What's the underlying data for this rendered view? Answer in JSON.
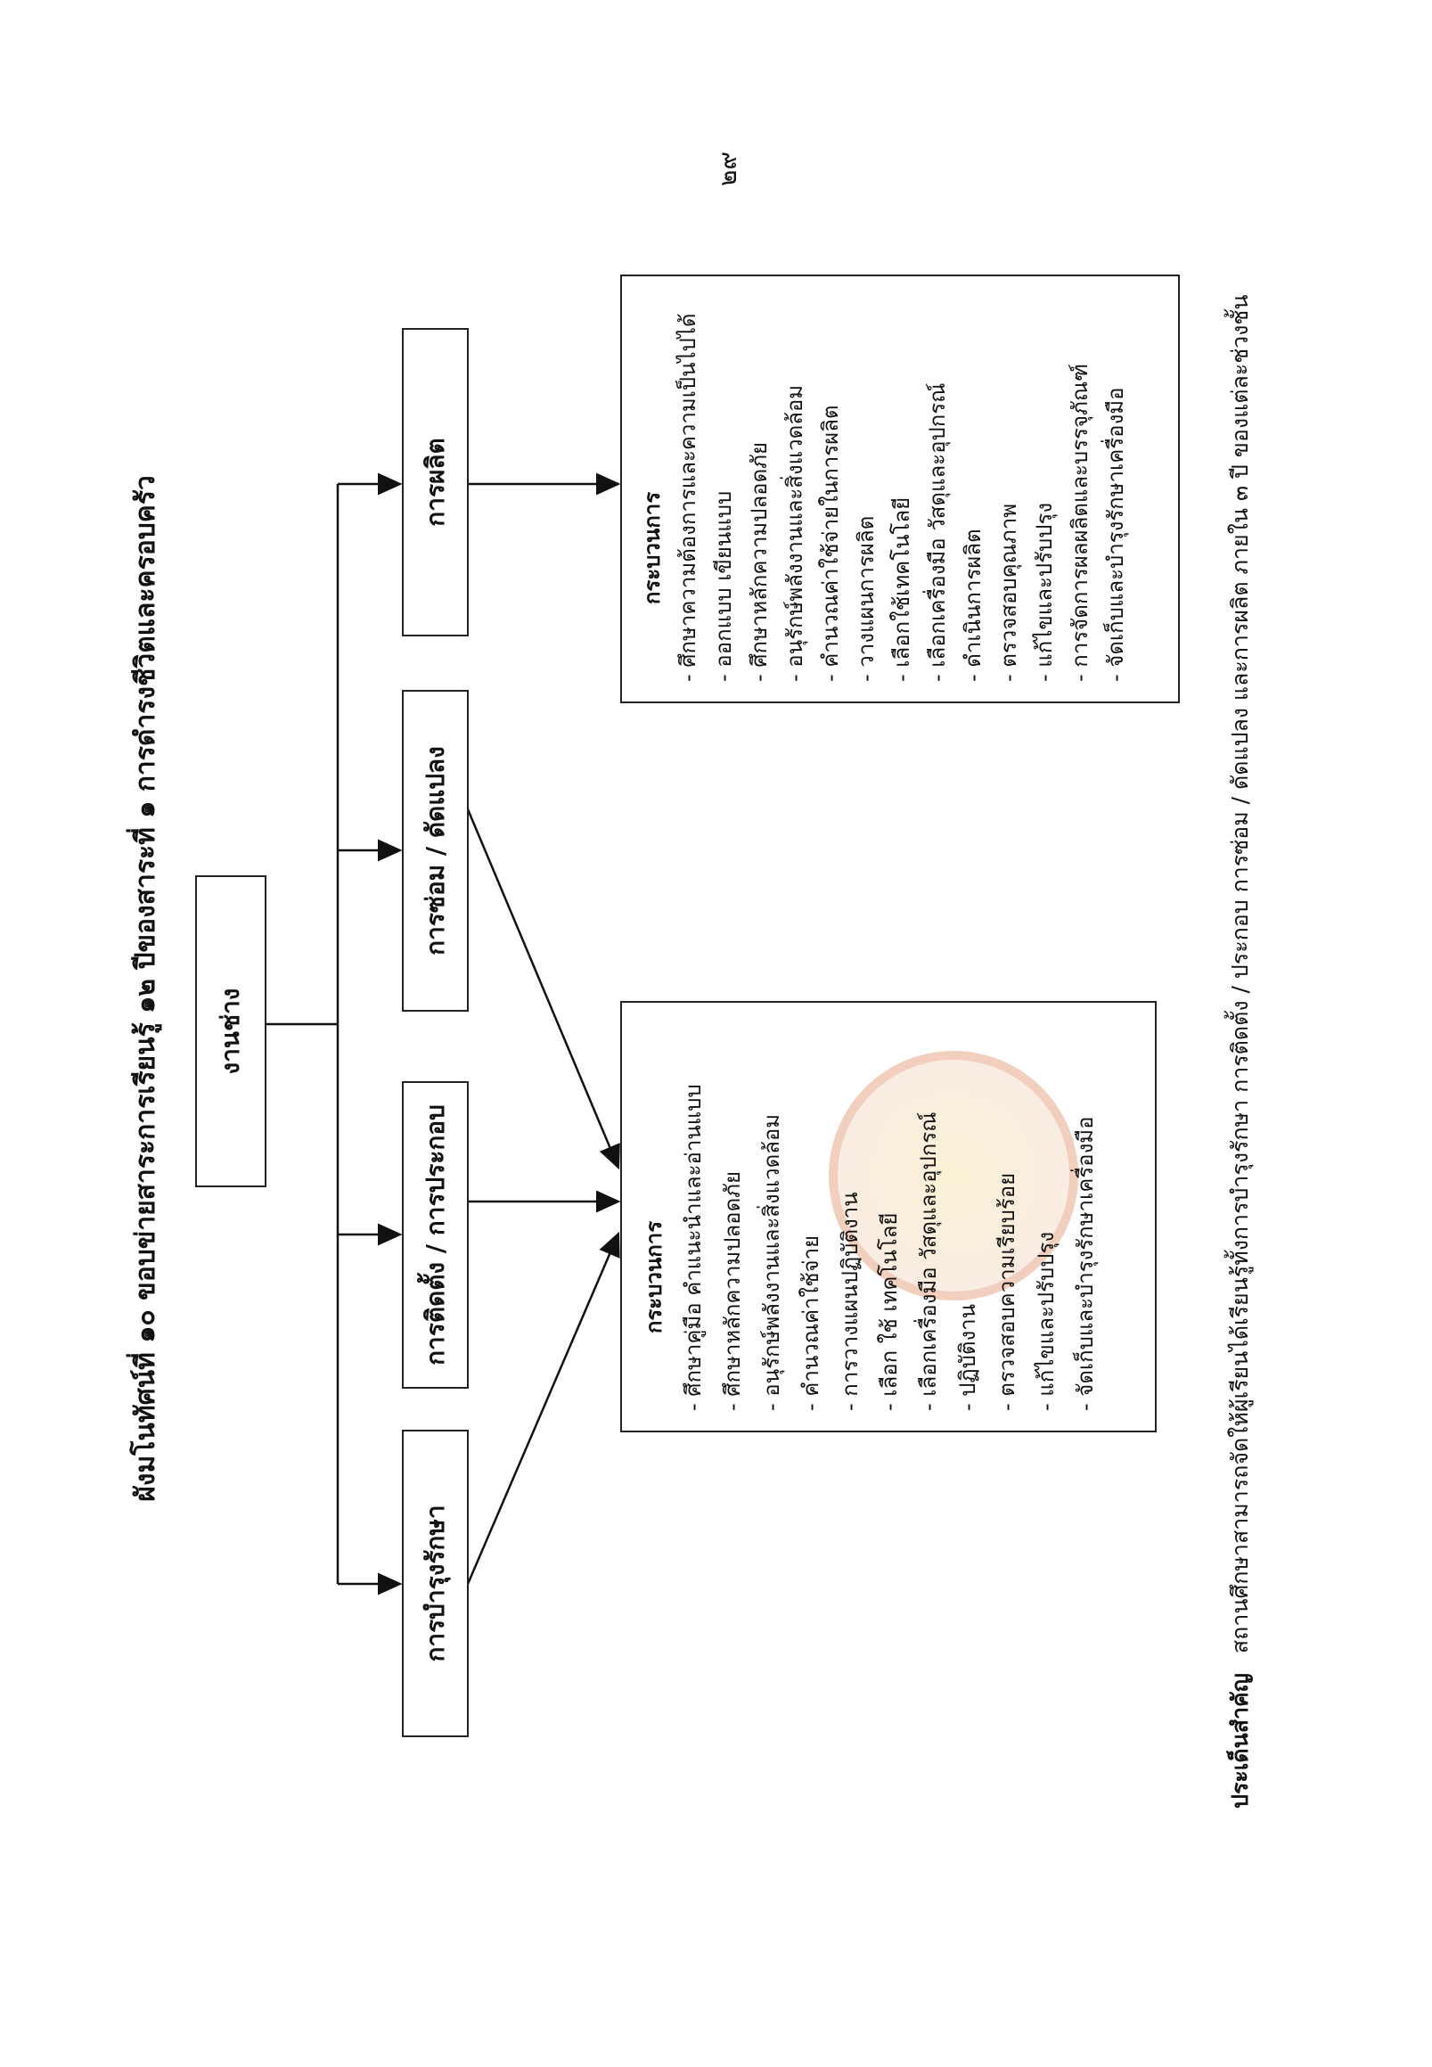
{
  "page_number": "๒๙",
  "title": "ผังมโนทัศน์ที่ ๑๐ ขอบข่ายสาระการเรียนรู้ ๑๒ ปีของสาระที่ ๑ การดำรงชีวิตและครอบครัว",
  "root": "งานช่าง",
  "branches": [
    "การบำรุงรักษา",
    "การติดตั้ง / การประกอบ",
    "การซ่อม / ดัดแปลง",
    "การผลิต"
  ],
  "process_shared": {
    "heading": "กระบวนการ",
    "items": [
      "- ศึกษาคู่มือ คำแนะนำและอ่านแบบ",
      "- ศึกษาหลักความปลอดภัย",
      "- อนุรักษ์พลังงานและสิ่งแวดล้อม",
      "- คำนวณค่าใช้จ่าย",
      "- การวางแผนปฏิบัติงาน",
      "- เลือก ใช้ เทคโนโลยี",
      "- เลือกเครื่องมือ วัสดุและอุปกรณ์",
      "- ปฏิบัติงาน",
      "- ตรวจสอบความเรียบร้อย",
      "- แก้ไขและปรับปรุง",
      "- จัดเก็บและบำรุงรักษาเครื่องมือ"
    ]
  },
  "process_production": {
    "heading": "กระบวนการ",
    "items": [
      "- ศึกษาความต้องการและความเป็นไปได้",
      "- ออกแบบ เขียนแบบ",
      "- ศึกษาหลักความปลอดภัย",
      "- อนุรักษ์พลังงานและสิ่งแวดล้อม",
      "- คำนวณค่าใช้จ่ายในการผลิต",
      "- วางแผนการผลิต",
      "- เลือกใช้เทคโนโลยี",
      "- เลือกเครื่องมือ วัสดุและอุปกรณ์",
      "- ดำเนินการผลิต",
      "- ตรวจสอบคุณภาพ",
      "- แก้ไขและปรับปรุง",
      "- การจัดการผลผลิตและบรรจุภัณฑ์",
      "- จัดเก็บและบำรุงรักษาเครื่องมือ"
    ]
  },
  "footer": {
    "label": "ประเด็นสำคัญ",
    "text": "สถานศึกษาสามารถจัดให้ผู้เรียนได้เรียนรู้ทั้งการบำรุงรักษา การติดตั้ง / ประกอบ การซ่อม / ดัดแปลง และการผลิต ภายใน ๓ ปี ของแต่ละช่วงชั้น"
  }
}
